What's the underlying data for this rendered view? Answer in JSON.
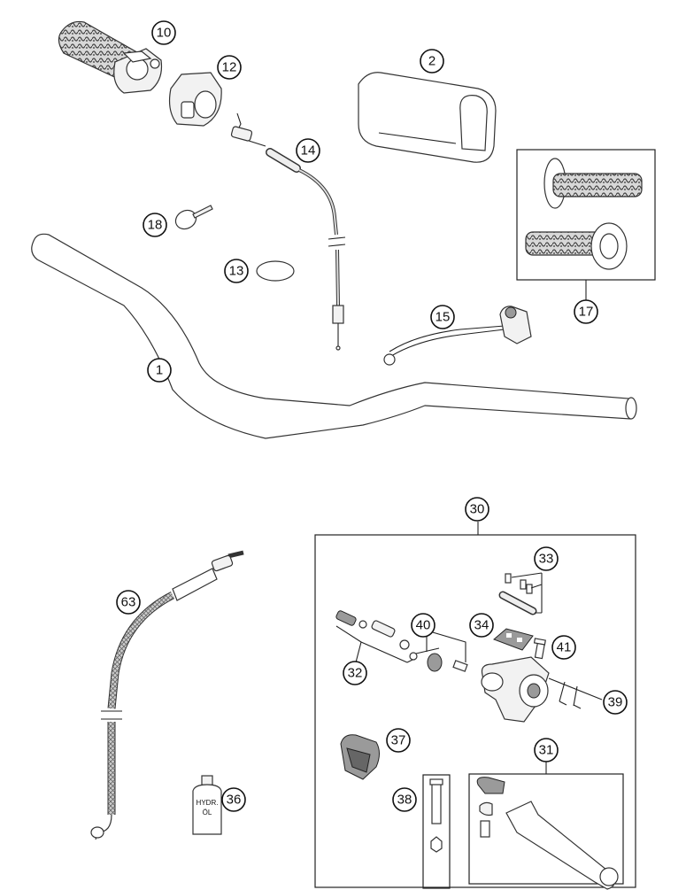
{
  "callouts": {
    "c1": "1",
    "c2": "2",
    "c10": "10",
    "c12": "12",
    "c13": "13",
    "c14": "14",
    "c15": "15",
    "c17": "17",
    "c18": "18",
    "c30": "30",
    "c31": "31",
    "c32": "32",
    "c33": "33",
    "c34": "34",
    "c36": "36",
    "c37": "37",
    "c38": "38",
    "c39": "39",
    "c40": "40",
    "c41": "41",
    "c63": "63"
  },
  "labels": {
    "oil_line1": "HYDR.",
    "oil_line2": "ÖL"
  }
}
